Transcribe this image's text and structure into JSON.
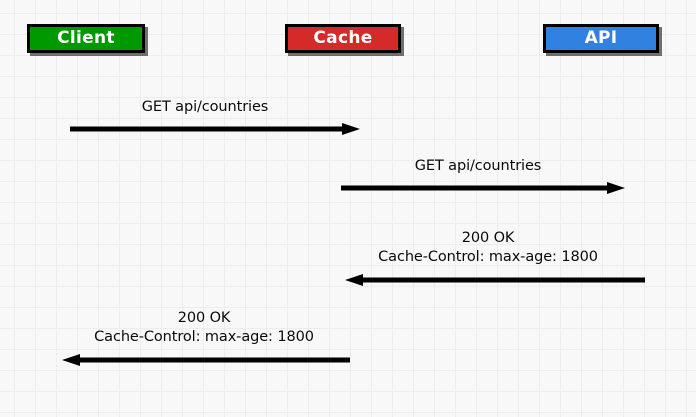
{
  "diagram": {
    "type": "sequence-diagram",
    "background_color": "#f8f8f8",
    "grid_color": "#ededed",
    "participants": [
      {
        "id": "client",
        "label": "Client",
        "color": "#009900",
        "text_color": "#ffffff"
      },
      {
        "id": "cache",
        "label": "Cache",
        "color": "#d42a2a",
        "text_color": "#ffffff"
      },
      {
        "id": "api",
        "label": "API",
        "color": "#3182e0",
        "text_color": "#ffffff"
      }
    ],
    "messages": [
      {
        "id": "m1",
        "from": "client",
        "to": "cache",
        "direction": "right",
        "lines": [
          "GET api/countries"
        ]
      },
      {
        "id": "m2",
        "from": "cache",
        "to": "api",
        "direction": "right",
        "lines": [
          "GET api/countries"
        ]
      },
      {
        "id": "m3",
        "from": "api",
        "to": "cache",
        "direction": "left",
        "lines": [
          "200 OK",
          "Cache-Control: max-age: 1800"
        ]
      },
      {
        "id": "m4",
        "from": "cache",
        "to": "client",
        "direction": "left",
        "lines": [
          "200 OK",
          "Cache-Control: max-age: 1800"
        ]
      }
    ]
  }
}
